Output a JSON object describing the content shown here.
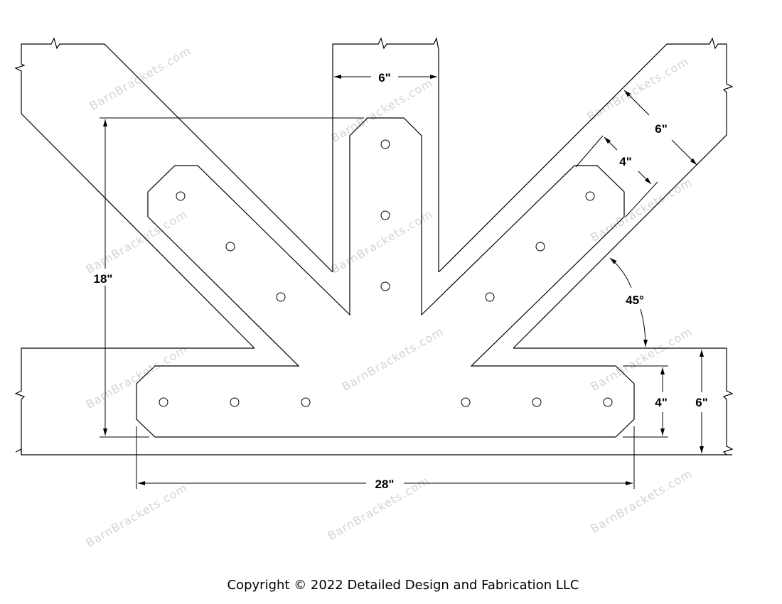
{
  "dimensions": {
    "post_width": "6\"",
    "overall_height": "18\"",
    "brace_width": "6\"",
    "brace_strap_width": "4\"",
    "brace_angle": "45°",
    "strap_width": "4\"",
    "beam_depth": "6\"",
    "overall_length": "28\""
  },
  "watermark": "BarnBrackets.com",
  "copyright": "Copyright © 2022 Detailed Design and Fabrication LLC"
}
